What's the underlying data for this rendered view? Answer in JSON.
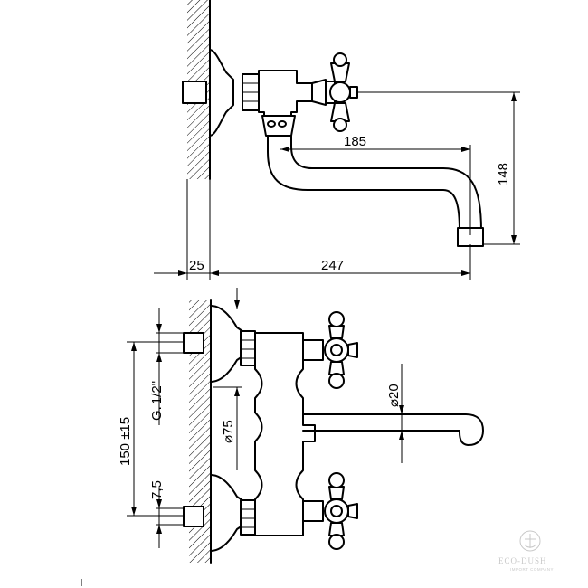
{
  "side_view": {
    "dim_spout_reach": "185",
    "dim_height": "148",
    "dim_wall_offset": "25",
    "dim_total_depth": "247"
  },
  "front_view": {
    "dim_thread": "G.",
    "dim_thread_fraction": "1/2\"",
    "dim_centers": "150 ±15",
    "dim_spout_dia": "⌀20",
    "dim_flange_dia": "⌀75",
    "dim_offset": "7,5"
  },
  "watermark": {
    "name": "ECO-DUSH",
    "tagline": "IMPORT COMPANY"
  },
  "colors": {
    "line": "#000000",
    "wall_hatch": "#000000",
    "watermark": "#c9c9c9"
  }
}
